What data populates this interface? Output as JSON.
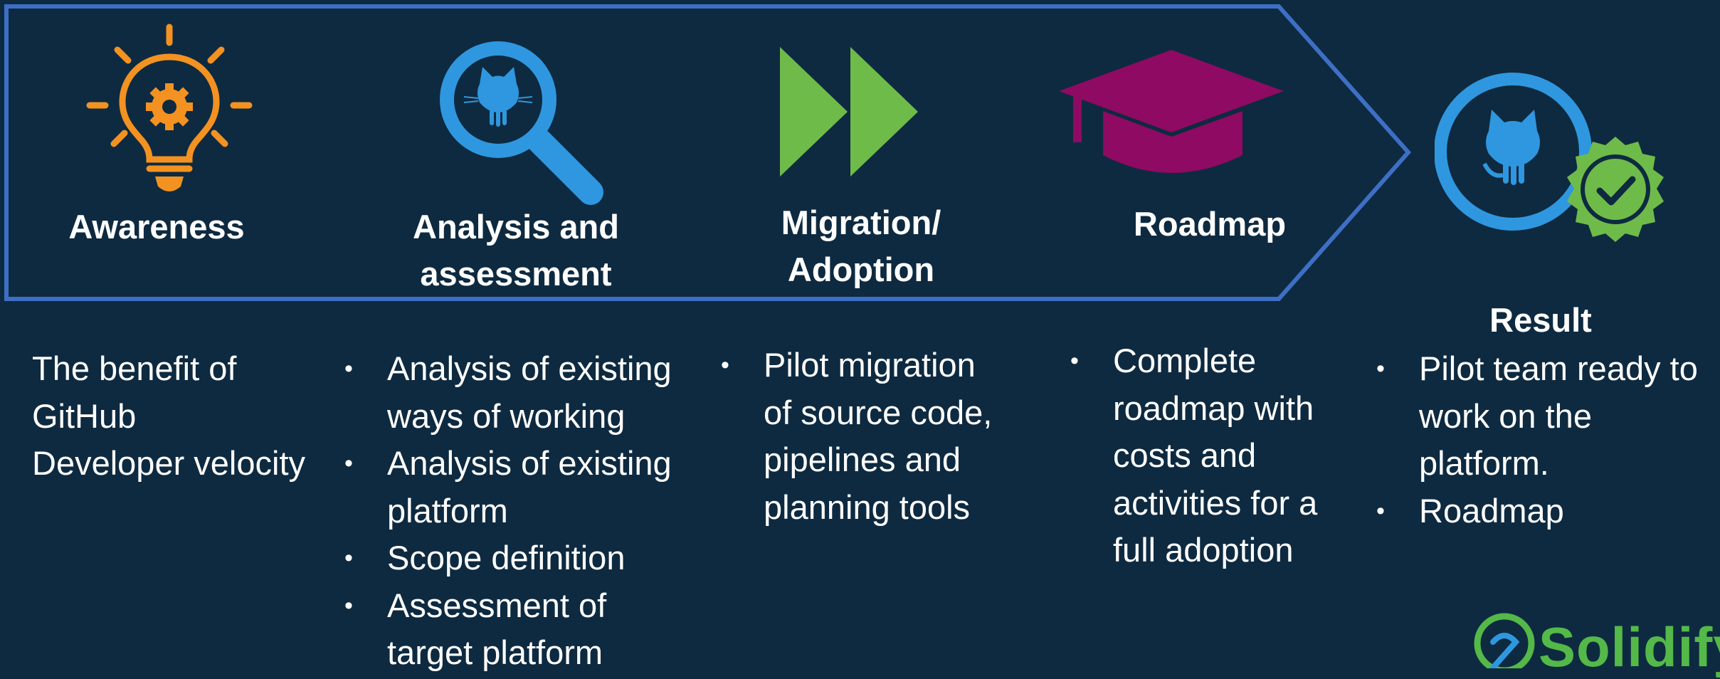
{
  "colors": {
    "background": "#0e2a40",
    "frame": "#3d6fc5",
    "awareness_icon": "#f39221",
    "analysis_icon": "#2f97df",
    "migration_icon": "#6fbb4a",
    "roadmap_icon": "#8e0a63",
    "result_badge": "#6fbb4a",
    "logo": "#54b948"
  },
  "icons": {
    "awareness": "lightbulb-gear-icon",
    "analysis": "magnifier-github-icon",
    "migration": "fast-forward-icon",
    "roadmap": "graduation-cap-icon",
    "result": "github-verified-icon",
    "logo": "solidify-logo"
  },
  "stages": [
    {
      "title_lines": [
        "Awareness"
      ]
    },
    {
      "title_lines": [
        "Analysis and",
        "assessment"
      ]
    },
    {
      "title_lines": [
        "Migration/",
        "Adoption"
      ]
    },
    {
      "title_lines": [
        "Roadmap"
      ]
    }
  ],
  "details": {
    "awareness": [
      "The benefit of",
      "GitHub",
      "Developer velocity"
    ],
    "analysis": [
      [
        "Analysis of existing",
        "ways of working"
      ],
      [
        "Analysis of existing",
        "platform"
      ],
      [
        "Scope definition"
      ],
      [
        "Assessment of",
        "target platform"
      ]
    ],
    "migration": [
      [
        "Pilot migration",
        "of source code,",
        "pipelines and",
        "planning tools"
      ]
    ],
    "roadmap": [
      [
        "Complete",
        "roadmap with",
        "costs and",
        "activities for a",
        "full adoption"
      ]
    ],
    "result": [
      [
        "Pilot team ready to",
        "work on the",
        "platform."
      ],
      [
        "Roadmap"
      ]
    ]
  },
  "result": {
    "title": "Result"
  },
  "logo": {
    "text": "Solidify"
  }
}
